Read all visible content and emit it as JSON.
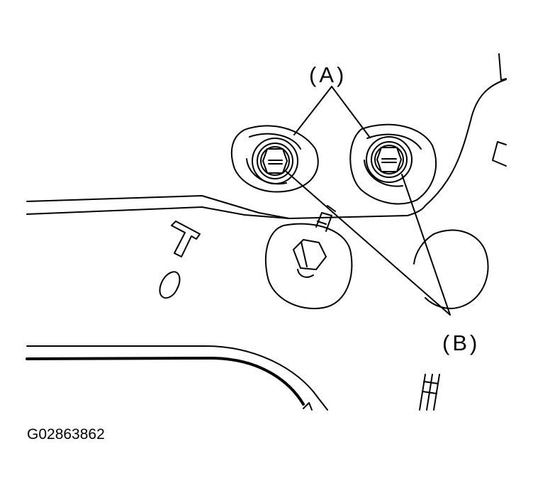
{
  "callouts": {
    "a": "(A)",
    "b": "(B)"
  },
  "figure_id": "G02863862",
  "colors": {
    "ink": "#000000",
    "paper": "#ffffff"
  }
}
